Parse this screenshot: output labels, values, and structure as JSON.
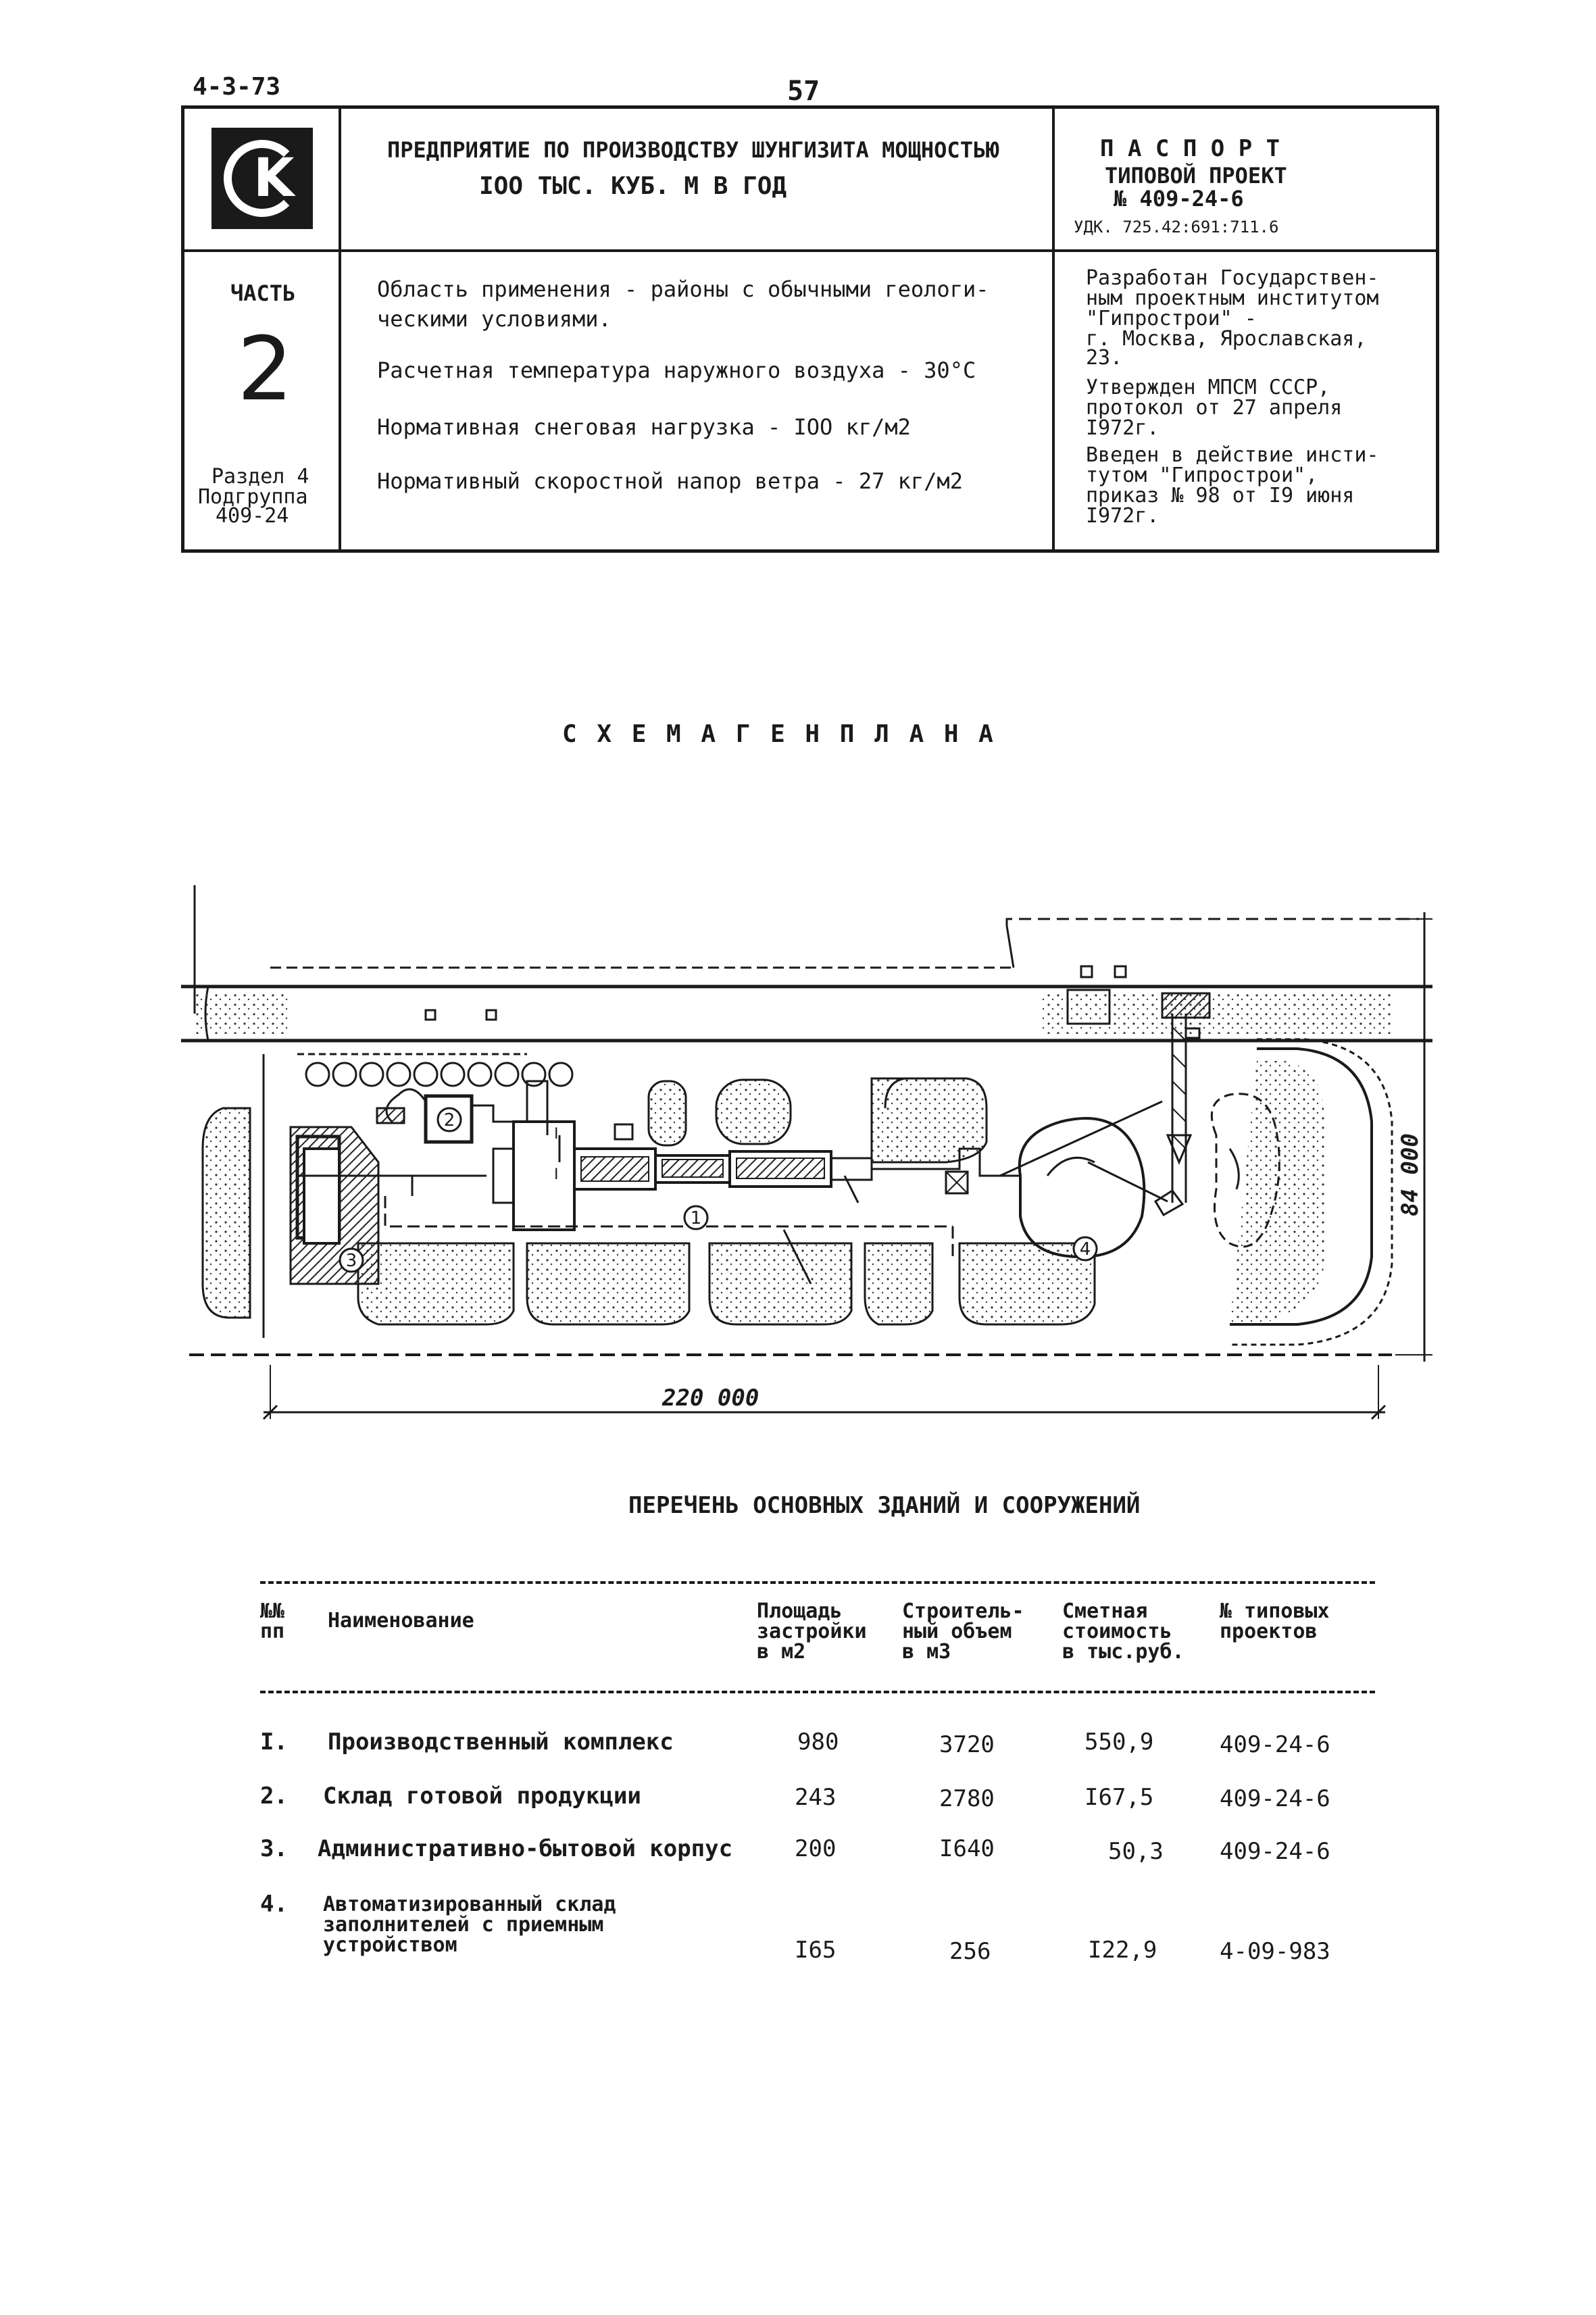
{
  "page": {
    "code": "4-3-73",
    "number": "57"
  },
  "header": {
    "logo_letters": "СК",
    "title_lines": [
      "ПРЕДПРИЯТИЕ ПО ПРОИЗВОДСТВУ ШУНГИЗИТА МОЩНОСТЬЮ",
      "IOO ТЫС. КУБ. М В ГОД"
    ],
    "passport": "П А С П О Р Т",
    "project_label": "ТИПОВОЙ ПРОЕКТ",
    "project_number": "№ 409-24-6",
    "udk": "УДК. 725.42:691:711.6",
    "part_label": "ЧАСТЬ",
    "part_number": "2",
    "section_lines": [
      "Раздел 4",
      "Подгруппа",
      "409-24"
    ],
    "conditions": [
      "Область применения - районы с обычными геологи-",
      "ческими условиями.",
      "Расчетная температура наружного воздуха  - 30°C",
      "Нормативная снеговая нагрузка      -    IOO кг/м2",
      "Нормативный скоростной напор ветра  -    27 кг/м2"
    ],
    "developer": [
      "Разработан Государствен-",
      "ным проектным институтом",
      "\"Гипрострои\" -",
      "г. Москва, Ярославская,",
      "23.",
      "Утвержден МПСМ СССР,",
      "протокол от 27 апреля",
      "I972г.",
      "Введен в действие инсти-",
      "тутом \"Гипрострои\",",
      "приказ № 98 от I9 июня",
      "I972г."
    ]
  },
  "plan": {
    "title": "С Х Е М А   Г Е Н П Л А Н А",
    "dim_width": "220 000",
    "dim_height": "84 000",
    "markers": [
      "1",
      "2",
      "3",
      "4"
    ]
  },
  "list": {
    "title": "ПЕРЕЧЕНЬ ОСНОВНЫХ ЗДАНИЙ И СООРУЖЕНИЙ",
    "headers": {
      "num": [
        "№№",
        "пп"
      ],
      "name": [
        "Наименование"
      ],
      "area": [
        "Площадь",
        "застройки",
        "в м2"
      ],
      "volume": [
        "Строитель-",
        "ный объем",
        "в м3"
      ],
      "cost": [
        "Сметная",
        "стоимость",
        "в тыс.руб."
      ],
      "project": [
        "№ типовых",
        "проектов"
      ]
    },
    "rows": [
      {
        "num": "I.",
        "name": [
          "Производственный комплекс"
        ],
        "area": "980",
        "volume": "3720",
        "cost": "550,9",
        "project": "409-24-6"
      },
      {
        "num": "2.",
        "name": [
          "Склад готовой продукции"
        ],
        "area": "243",
        "volume": "2780",
        "cost": "I67,5",
        "project": "409-24-6"
      },
      {
        "num": "3.",
        "name": [
          "Административно-бытовой корпус"
        ],
        "area": "200",
        "volume": "I640",
        "cost": "50,3",
        "project": "409-24-6"
      },
      {
        "num": "4.",
        "name": [
          "Автоматизированный склад",
          "заполнителей с приемным",
          "устройством"
        ],
        "area": "I65",
        "volume": "256",
        "cost": "I22,9",
        "project": "4-09-983"
      }
    ]
  }
}
